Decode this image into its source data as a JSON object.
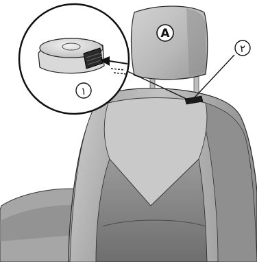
{
  "callouts": {
    "view_label": "A",
    "inset_part": "١",
    "seat_part": "٢"
  },
  "colors": {
    "seat_light": "#c4c4c4",
    "seat_mid": "#a9a9a9",
    "seat_dark": "#7d7d7d",
    "seat_darker": "#5c5c5c",
    "outline": "#1a1a1a",
    "inset_bg": "#ffffff"
  }
}
